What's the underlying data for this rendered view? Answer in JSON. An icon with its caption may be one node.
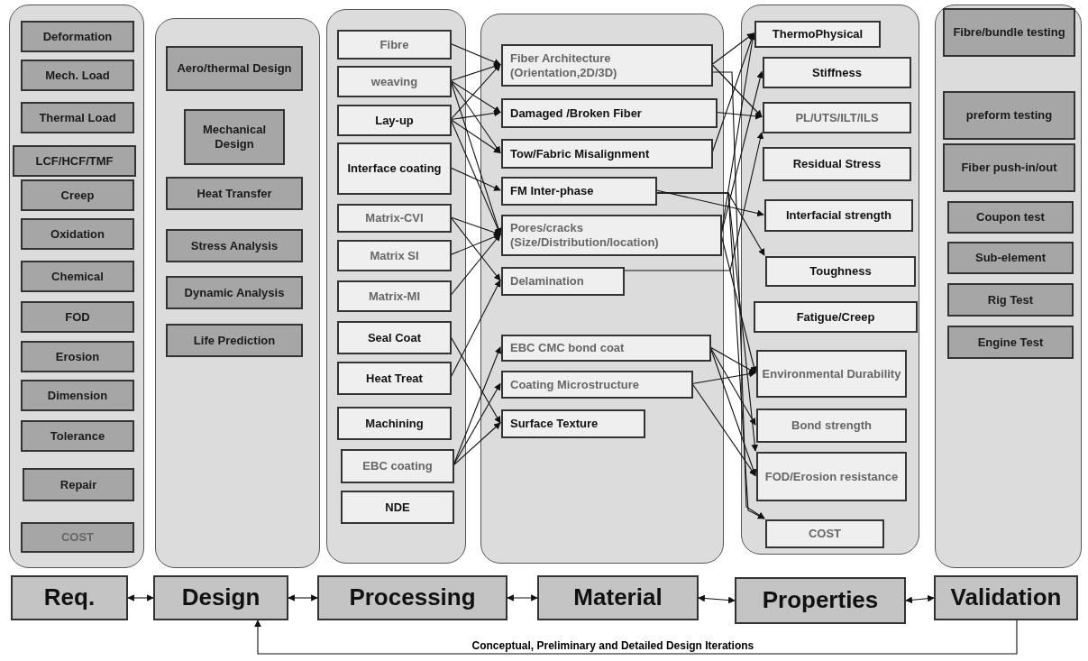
{
  "diagram": {
    "nodes": [
      {
        "text": [],
        "shape": "box"
      },
      {
        "text": [
          "Deformation"
        ],
        "in": 0
      },
      {
        "text": [
          "Mech. Load"
        ],
        "in": 0
      },
      {
        "text": [
          "Thermal Load"
        ],
        "in": 0
      },
      {
        "text": [
          "LCF/HCF/TMF"
        ],
        "in": 0
      },
      {
        "text": [
          "Creep"
        ],
        "in": 0
      },
      {
        "text": [
          "Oxidation"
        ],
        "in": 0
      },
      {
        "text": [
          "Chemical"
        ],
        "in": 0
      },
      {
        "text": [
          "FOD"
        ],
        "in": 0
      },
      {
        "text": [
          "Erosion"
        ],
        "in": 0
      },
      {
        "text": [
          "Dimension"
        ],
        "in": 0
      },
      {
        "text": [
          "Tolerance"
        ],
        "in": 0
      },
      {
        "text": [
          "Repair"
        ],
        "in": 0
      },
      {
        "text": [
          "COST"
        ],
        "in": 0
      },
      {
        "text": [],
        "shape": "box"
      },
      {
        "text": [
          "Aero/thermal Design"
        ],
        "in": 14
      },
      {
        "text": [
          "Mechanical Design"
        ],
        "in": 14
      },
      {
        "text": [
          "Heat Transfer"
        ],
        "in": 14
      },
      {
        "text": [
          "Stress Analysis"
        ],
        "in": 14
      },
      {
        "text": [
          "Dynamic Analysis"
        ],
        "in": 14
      },
      {
        "text": [
          "Life Prediction"
        ],
        "in": 14
      },
      {
        "text": [],
        "shape": "box"
      },
      {
        "text": [
          "Fibre"
        ],
        "in": 21
      },
      {
        "text": [
          "weaving"
        ],
        "in": 21
      },
      {
        "text": [
          "Lay-up"
        ],
        "in": 21
      },
      {
        "text": [
          "Interface coating"
        ],
        "in": 21
      },
      {
        "text": [
          "Matrix-CVI"
        ],
        "in": 21
      },
      {
        "text": [
          "Matrix  SI"
        ],
        "in": 21
      },
      {
        "text": [
          "Matrix-MI"
        ],
        "in": 21
      },
      {
        "text": [
          "Seal Coat"
        ],
        "in": 21
      },
      {
        "text": [
          "Heat Treat"
        ],
        "in": 21
      },
      {
        "text": [
          "Machining"
        ],
        "in": 21
      },
      {
        "text": [
          "EBC coating"
        ],
        "in": 21
      },
      {
        "text": [
          "NDE"
        ],
        "in": 21
      },
      {
        "text": [],
        "shape": "box"
      },
      {
        "text": [
          "Fiber Architecture (Orientation,2D/3D)"
        ],
        "in": 34
      },
      {
        "text": [
          "Damaged /Broken Fiber"
        ],
        "in": 34
      },
      {
        "text": [
          "Tow/Fabric Misalignment"
        ],
        "in": 34
      },
      {
        "text": [
          "FM Inter-phase"
        ],
        "in": 34
      },
      {
        "text": [
          "Pores/cracks (Size/Distribution/location)"
        ],
        "in": 34
      },
      {
        "text": [
          "Delamination"
        ],
        "in": 34
      },
      {
        "text": [
          "EBC CMC bond coat"
        ],
        "in": 34
      },
      {
        "text": [
          "Coating Microstructure"
        ],
        "in": 34
      },
      {
        "text": [
          "Surface  Texture"
        ],
        "in": 34
      },
      {
        "text": [],
        "shape": "box"
      },
      {
        "text": [
          "ThermoPhysical"
        ],
        "in": 44
      },
      {
        "text": [
          "Stiffness"
        ],
        "in": 44
      },
      {
        "text": [
          "PL/UTS/ILT/ILS"
        ],
        "in": 44
      },
      {
        "text": [
          "Residual Stress"
        ],
        "in": 44
      },
      {
        "text": [
          "Interfacial strength"
        ],
        "in": 44
      },
      {
        "text": [
          "Toughness"
        ],
        "in": 44
      },
      {
        "text": [
          "Fatigue/Creep"
        ],
        "in": 44
      },
      {
        "text": [
          "Environmental Durability"
        ],
        "in": 44
      },
      {
        "text": [
          "Bond strength"
        ],
        "in": 44
      },
      {
        "text": [
          "FOD/Erosion resistance"
        ],
        "in": 44
      },
      {
        "text": [
          "COST"
        ],
        "in": 44
      },
      {
        "text": [],
        "shape": "box"
      },
      {
        "text": [
          "Fibre/bundle testing"
        ],
        "in": 56
      },
      {
        "text": [
          "preform testing"
        ],
        "in": 56
      },
      {
        "text": [
          "Fiber push-in/out"
        ],
        "in": 56
      },
      {
        "text": [
          "Coupon test"
        ],
        "in": 56
      },
      {
        "text": [
          "Sub-element"
        ],
        "in": 56
      },
      {
        "text": [
          "Rig Test"
        ],
        "in": 56
      },
      {
        "text": [
          "Engine Test"
        ],
        "in": 56
      },
      {
        "text": [
          "Req."
        ]
      },
      {
        "text": [
          "Design"
        ]
      },
      {
        "text": [
          "Processing"
        ]
      },
      {
        "text": [
          "Material"
        ]
      },
      {
        "text": [
          "Properties"
        ]
      },
      {
        "text": [
          "Validation"
        ]
      }
    ],
    "edges": [
      {
        "from": 64,
        "to": 65,
        "arrow": "both"
      },
      {
        "from": 65,
        "to": 66,
        "arrow": "both"
      },
      {
        "from": 66,
        "to": 67,
        "arrow": "both"
      },
      {
        "from": 67,
        "to": 68,
        "arrow": "both"
      },
      {
        "from": 68,
        "to": 69,
        "arrow": "both"
      },
      {
        "from": 69,
        "to": 65,
        "arrow": "to",
        "label": "Conceptual, Preliminary and Detailed Design Iterations"
      },
      {
        "from": 22,
        "to": 35,
        "arrow": "to"
      },
      {
        "from": 23,
        "to": 35,
        "arrow": "to"
      },
      {
        "from": 23,
        "to": 36,
        "arrow": "to"
      },
      {
        "from": 23,
        "to": 37,
        "arrow": "to"
      },
      {
        "from": 23,
        "to": 39,
        "arrow": "to"
      },
      {
        "from": 24,
        "to": 35,
        "arrow": "to"
      },
      {
        "from": 24,
        "to": 36,
        "arrow": "to"
      },
      {
        "from": 24,
        "to": 37,
        "arrow": "to"
      },
      {
        "from": 24,
        "to": 39,
        "arrow": "to"
      },
      {
        "from": 25,
        "to": 38,
        "arrow": "to"
      },
      {
        "from": 26,
        "to": 39,
        "arrow": "to"
      },
      {
        "from": 26,
        "to": 40,
        "arrow": "to"
      },
      {
        "from": 27,
        "to": 39,
        "arrow": "to"
      },
      {
        "from": 28,
        "to": 39,
        "arrow": "to"
      },
      {
        "from": 30,
        "to": 40,
        "arrow": "to"
      },
      {
        "from": 29,
        "to": 43,
        "arrow": "to"
      },
      {
        "from": 32,
        "to": 41,
        "arrow": "to"
      },
      {
        "from": 32,
        "to": 42,
        "arrow": "to"
      },
      {
        "from": 32,
        "to": 43,
        "arrow": "to"
      },
      {
        "from": 35,
        "to": 45,
        "arrow": "to"
      },
      {
        "from": 35,
        "to": 47,
        "arrow": "to"
      },
      {
        "from": 35,
        "to": 55,
        "arrow": "to"
      },
      {
        "from": 36,
        "to": 47,
        "arrow": "to"
      },
      {
        "from": 37,
        "to": 45,
        "arrow": "to"
      },
      {
        "from": 38,
        "to": 49,
        "arrow": "to"
      },
      {
        "from": 38,
        "to": 50,
        "arrow": "to"
      },
      {
        "from": 38,
        "to": 54,
        "arrow": "to"
      },
      {
        "from": 38,
        "to": 55,
        "arrow": "to"
      },
      {
        "from": 39,
        "to": 45,
        "arrow": "to"
      },
      {
        "from": 39,
        "to": 46,
        "arrow": "to"
      },
      {
        "from": 39,
        "to": 52,
        "arrow": "to"
      },
      {
        "from": 40,
        "to": 47,
        "arrow": "to"
      },
      {
        "from": 41,
        "to": 52,
        "arrow": "to"
      },
      {
        "from": 41,
        "to": 53,
        "arrow": "to"
      },
      {
        "from": 41,
        "to": 54,
        "arrow": "to"
      },
      {
        "from": 42,
        "to": 52,
        "arrow": "to"
      },
      {
        "from": 42,
        "to": 54,
        "arrow": "to"
      }
    ]
  }
}
